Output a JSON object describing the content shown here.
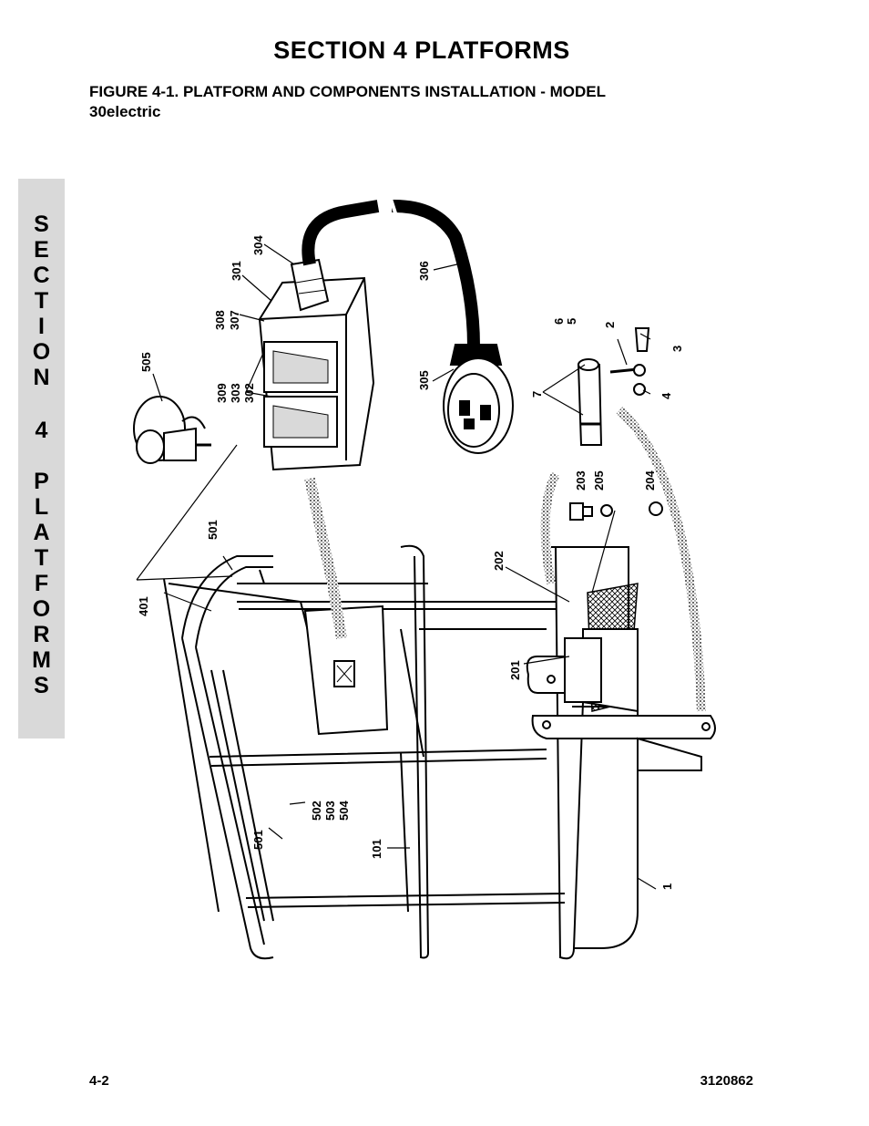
{
  "page_title": "SECTION 4  PLATFORMS",
  "figure_title_line1": "FIGURE 4-1.    PLATFORM AND COMPONENTS INSTALLATION - MODEL",
  "figure_title_line2": "30electric",
  "side_tab_letters": [
    "S",
    "E",
    "C",
    "T",
    "I",
    "O",
    "N",
    "4",
    "P",
    "L",
    "A",
    "T",
    "F",
    "O",
    "R",
    "M",
    "S"
  ],
  "footer": {
    "page_number": "4-2",
    "doc_number": "3120862"
  },
  "callouts": {
    "c304": "304",
    "c301": "301",
    "c308": "308",
    "c307": "307",
    "c309": "309",
    "c303": "303",
    "c302": "302",
    "c306": "306",
    "c305": "305",
    "c505": "505",
    "c6": "6",
    "c5": "5",
    "c2": "2",
    "c3": "3",
    "c7": "7",
    "c4": "4",
    "c203": "203",
    "c205": "205",
    "c204": "204",
    "c202": "202",
    "c501a": "501",
    "c401": "401",
    "c201": "201",
    "c502": "502",
    "c503": "503",
    "c504": "504",
    "c501b": "501",
    "c101": "101",
    "c1": "1"
  }
}
